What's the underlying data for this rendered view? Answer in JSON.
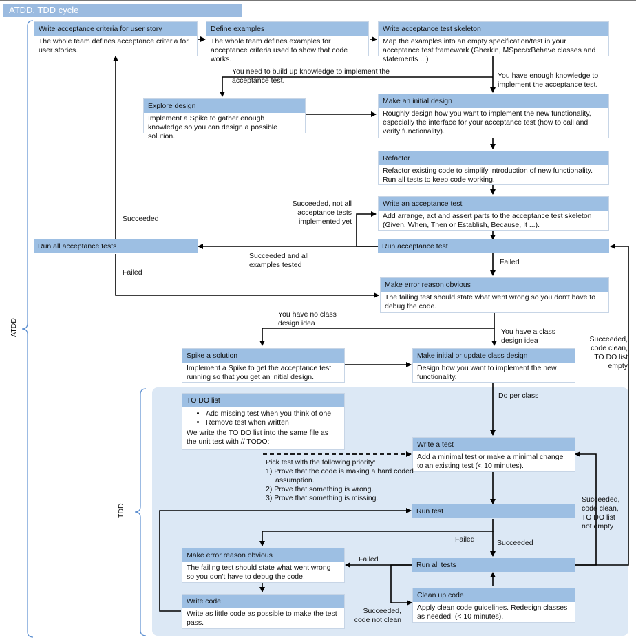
{
  "title": "ATDD, TDD cycle",
  "side_labels": {
    "atdd": "ATDD",
    "tdd": "TDD"
  },
  "boxes": {
    "criteria": {
      "title": "Write acceptance criteria for user story",
      "body": "The whole team defines acceptance criteria for user stories."
    },
    "examples": {
      "title": "Define examples",
      "body": "The whole team defines examples for acceptance criteria used to show that code works."
    },
    "skeleton": {
      "title": "Write acceptance test skeleton",
      "body": "Map the examples into an empty specification/test in your acceptance test framework (Gherkin, MSpec/xBehave classes and statements ...)"
    },
    "explore": {
      "title": "Explore design",
      "body": "Implement a Spike to gather enough knowledge so you can design a possible solution."
    },
    "initial_design": {
      "title": "Make an initial design",
      "body": "Roughly design how you want to implement the new functionality, especially the interface for your acceptance test (how to call and verify functionality)."
    },
    "refactor": {
      "title": "Refactor",
      "body": "Refactor existing code to simplify introduction of new functionality. Run all tests to keep code working."
    },
    "write_acc": {
      "title": "Write an acceptance test",
      "body": "Add arrange, act and assert parts to the acceptance test skeleton (Given, When, Then or Establish, Because, It ...)."
    },
    "error_obvious_atdd": {
      "title": "Make error reason obvious",
      "body": "The failing test should state what went wrong so you don't have to debug the code."
    },
    "spike": {
      "title": "Spike a solution",
      "body": "Implement a Spike to get the acceptance test running so that you get an initial design."
    },
    "class_design": {
      "title": "Make initial or update class design",
      "body": "Design how you want to implement the new functionality."
    },
    "todo": {
      "title": "TO DO list",
      "items": [
        "Add missing test when you think of one",
        "Remove test when written"
      ],
      "body": "We write the TO DO list into the same file as the unit test with // TODO:"
    },
    "write_test": {
      "title": "Write a test",
      "body": "Add a minimal test or make a minimal change to an existing test (< 10 minutes)."
    },
    "error_obvious_tdd": {
      "title": "Make error reason obvious",
      "body": "The failing test should state what went wrong so you don't have to debug the code."
    },
    "write_code": {
      "title": "Write code",
      "body": "Write as little code as possible to make the test pass."
    },
    "clean_up": {
      "title": "Clean up code",
      "body": "Apply clean code guidelines. Redesign classes as needed. (< 10 minutes)."
    }
  },
  "bars": {
    "run_all_acc": "Run all acceptance tests",
    "run_acc": "Run acceptance test",
    "run_test": "Run test",
    "run_all_tests": "Run all tests"
  },
  "labels": {
    "need_knowledge_1": "You need to build up knowledge to implement the",
    "need_knowledge_2": "acceptance test.",
    "enough_knowledge_1": "You have enough knowledge to",
    "enough_knowledge_2": "implement the acceptance test.",
    "succeeded_left": "Succeeded",
    "failed_left": "Failed",
    "not_all_1": "Succeeded, not all",
    "not_all_2": "acceptance tests",
    "not_all_3": "implemented yet",
    "all_examples_1": "Succeeded and all",
    "all_examples_2": "examples tested",
    "failed_acc": "Failed",
    "no_class_1": "You have no class",
    "no_class_2": "design idea",
    "class_idea_1": "You have a class",
    "class_idea_2": "design idea",
    "clean_empty_1": "Succeeded,",
    "clean_empty_2": "code clean,",
    "clean_empty_3": "TO DO list",
    "clean_empty_4": "empty",
    "do_per_class": "Do per class",
    "priority_head": "Pick test with the following priority:",
    "priority_1a": "1) Prove that the code is making a hard coded",
    "priority_1b": "assumption.",
    "priority_2": "2) Prove that something is wrong.",
    "priority_3": "3) Prove that something is missing.",
    "clean_notempty_1": "Succeeded,",
    "clean_notempty_2": "code clean,",
    "clean_notempty_3": "TO DO list",
    "clean_notempty_4": "not empty",
    "failed_run_test": "Failed",
    "succeeded_run_test": "Succeeded",
    "failed_run_all": "Failed",
    "not_clean_1": "Succeeded,",
    "not_clean_2": "code not clean"
  }
}
